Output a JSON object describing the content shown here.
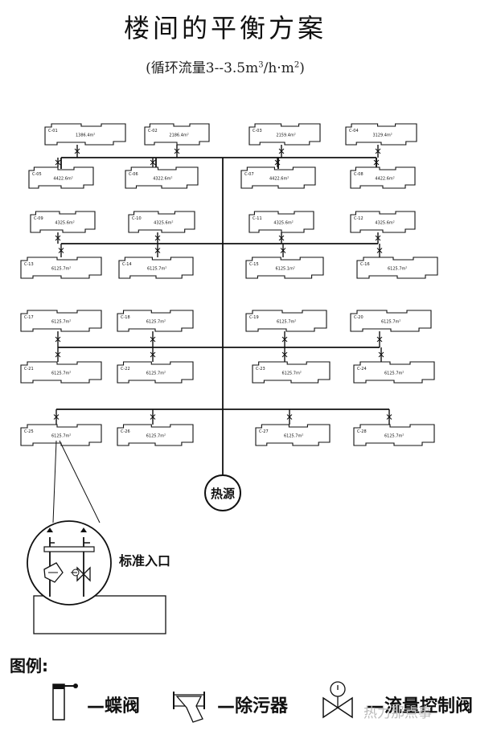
{
  "title": "楼间的平衡方案",
  "subtitle": {
    "prefix": "(循环流量3--3.5m",
    "sup1": "3",
    "middle": "/h·m",
    "sup2": "2",
    "suffix": ")"
  },
  "heat_source_label": "热源",
  "inlet_label": "标准入口",
  "legend": {
    "heading": "图例:",
    "items": [
      {
        "label": "—蝶阀",
        "icon": "butterfly-valve-icon"
      },
      {
        "label": "—除污器",
        "icon": "strainer-icon"
      },
      {
        "label": "—流量控制阀",
        "icon": "flow-control-valve-icon"
      }
    ]
  },
  "watermark": "热力那点事",
  "buildings": [
    {
      "id": "C-01",
      "area": "1386.4m²"
    },
    {
      "id": "C-02",
      "area": "2186.4m²"
    },
    {
      "id": "C-03",
      "area": "2159.4m²"
    },
    {
      "id": "C-04",
      "area": "3129.4m²"
    },
    {
      "id": "C-05",
      "area": "4422.6m²"
    },
    {
      "id": "C-06",
      "area": "4322.6m²"
    },
    {
      "id": "C-07",
      "area": "4422.6m²"
    },
    {
      "id": "C-08",
      "area": "4422.6m²"
    },
    {
      "id": "C-09",
      "area": "4325.6m²"
    },
    {
      "id": "C-10",
      "area": "4325.6m²"
    },
    {
      "id": "C-11",
      "area": "4325.6m²"
    },
    {
      "id": "C-12",
      "area": "4325.6m²"
    },
    {
      "id": "C-13",
      "area": "6125.7m²"
    },
    {
      "id": "C-14",
      "area": "6125.7m²"
    },
    {
      "id": "C-15",
      "area": "6125.1m²"
    },
    {
      "id": "C-16",
      "area": "6125.7m²"
    },
    {
      "id": "C-17",
      "area": "6125.7m²"
    },
    {
      "id": "C-18",
      "area": "6125.7m²"
    },
    {
      "id": "C-19",
      "area": "6125.7m²"
    },
    {
      "id": "C-20",
      "area": "6125.7m²"
    },
    {
      "id": "C-21",
      "area": "6125.7m²"
    },
    {
      "id": "C-22",
      "area": "6125.7m²"
    },
    {
      "id": "C-23",
      "area": "6125.7m²"
    },
    {
      "id": "C-24",
      "area": "6125.7m²"
    },
    {
      "id": "C-25",
      "area": "6125.7m²"
    },
    {
      "id": "C-26",
      "area": "6125.7m²"
    },
    {
      "id": "C-27",
      "area": "6125.7m²"
    },
    {
      "id": "C-28",
      "area": "6125.7m²"
    }
  ]
}
